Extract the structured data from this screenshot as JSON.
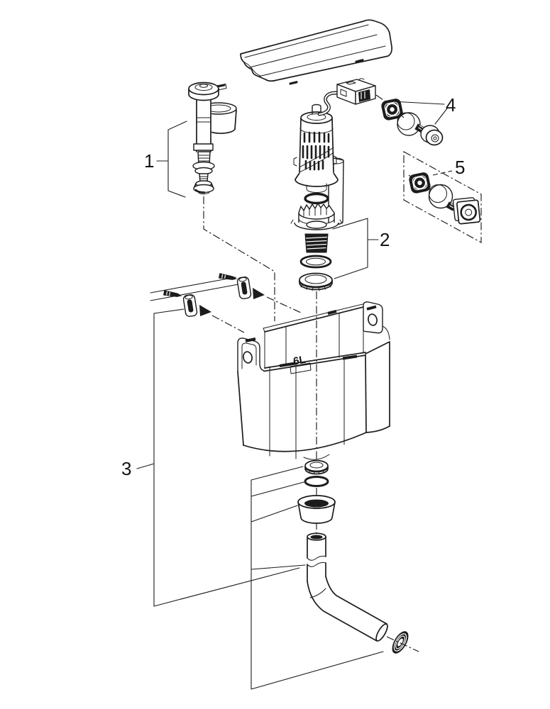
{
  "diagram": {
    "type": "exploded-parts-illustration",
    "background_color": "#ffffff",
    "line_color": "#1c1c1c",
    "capacity_label": "6L",
    "callouts": [
      {
        "label": "1",
        "points_to": "fill-valve-assembly"
      },
      {
        "label": "2",
        "points_to": "flush-valve-outlet-seals"
      },
      {
        "label": "3",
        "points_to": "cistern-tank-assembly"
      },
      {
        "label": "4",
        "points_to": "round-push-button-kit"
      },
      {
        "label": "5",
        "points_to": "square-push-button-kit"
      }
    ],
    "parts_depicted": [
      "cistern-lid",
      "fill-valve",
      "flush-valve",
      "actuation-cable-box",
      "round-push-button",
      "square-push-button",
      "wall-plugs-and-screws",
      "cistern-tank",
      "outlet-nut",
      "o-ring",
      "cone-gasket",
      "flush-bend-pipe",
      "pipe-end-seal"
    ]
  }
}
